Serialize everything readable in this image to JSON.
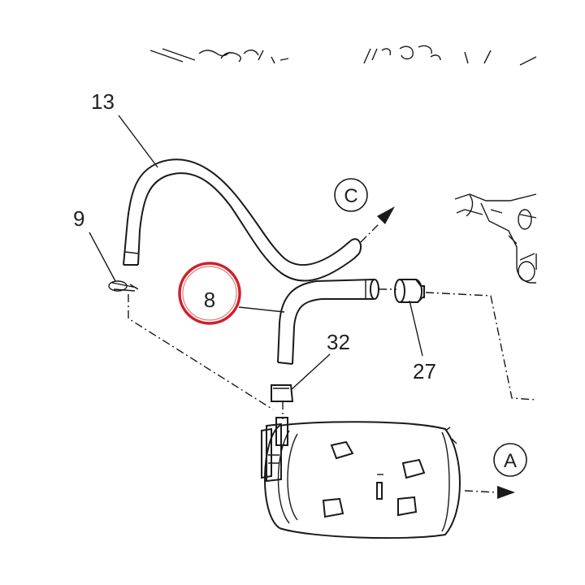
{
  "callouts": {
    "part_13": "13",
    "part_9": "9",
    "part_8": "8",
    "part_32": "32",
    "part_27": "27"
  },
  "refs": {
    "ref_c": "C",
    "ref_a": "A"
  },
  "colors": {
    "highlight": "#d0202a",
    "ink": "#1a1a1a"
  }
}
